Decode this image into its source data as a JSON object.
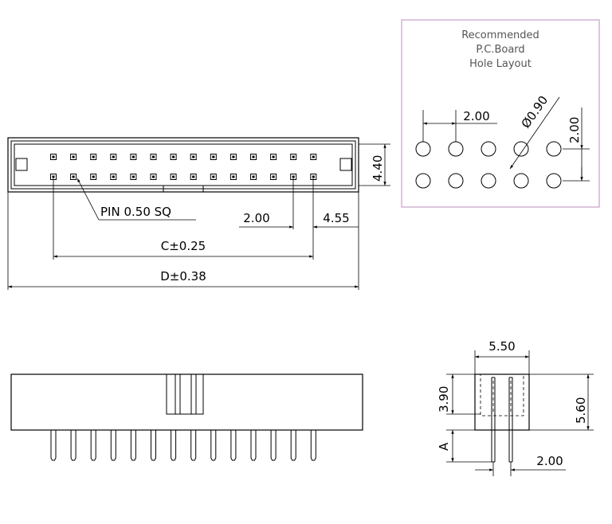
{
  "pcb_layout": {
    "title_lines": [
      "Recommended",
      "P.C.Board",
      "Hole Layout"
    ],
    "pitch_h": "2.00",
    "pitch_v": "2.00",
    "hole_dia": "Ø0.90",
    "frame_color": "#c8a0c8"
  },
  "top_view": {
    "height": "4.40",
    "pin_label": "PIN 0.50 SQ",
    "pitch": "2.00",
    "end_offset": "4.55",
    "c_dim": "C±0.25",
    "d_dim": "D±0.38",
    "pins_per_row": 14
  },
  "side_view": {
    "pin_count": 14
  },
  "end_view": {
    "width": "5.50",
    "height_left": "3.90",
    "height_right": "5.60",
    "tail_label": "A",
    "pitch": "2.00"
  }
}
